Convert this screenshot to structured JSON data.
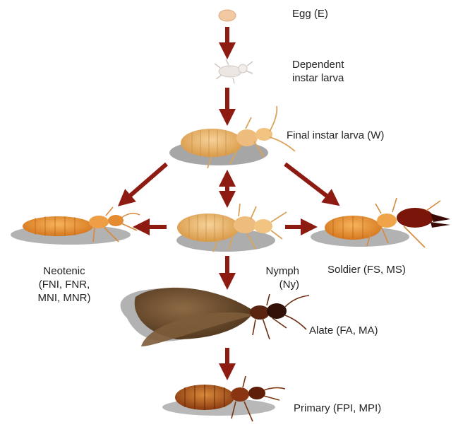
{
  "stages": {
    "egg": "Egg (E)",
    "dependent_larva": [
      "Dependent",
      "instar larva"
    ],
    "final_larva": "Final instar larva (W)",
    "nymph": [
      "Nymph",
      "(Ny)"
    ],
    "soldier": "Soldier (FS, MS)",
    "neotenic": [
      "Neotenic",
      "(FNI, FNR,",
      "MNI, MNR)"
    ],
    "alate": "Alate (FA, MA)",
    "primary": "Primary (FPI, MPI)"
  },
  "colors": {
    "arrow": "#8e1b12",
    "body_light": "#e9b567",
    "body_orange": "#e39a3b",
    "wing": "#6b4b2e",
    "soldier_head": "#7a1509",
    "alate_body": "#5a2410"
  }
}
